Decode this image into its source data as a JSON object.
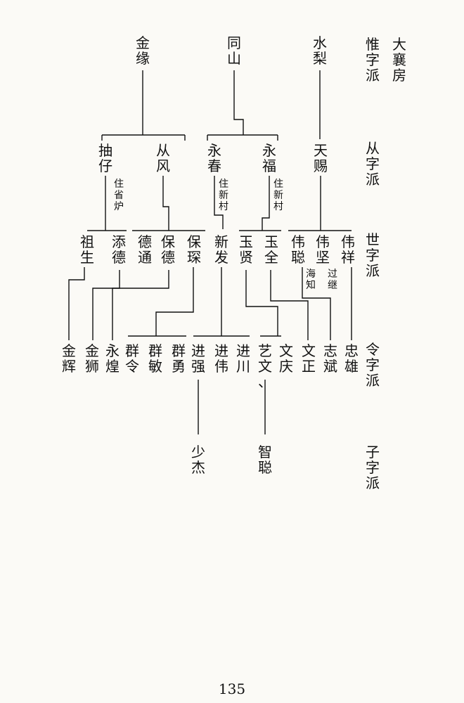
{
  "names": {
    "dadui": "大襄房",
    "weizipai": "惟字派",
    "congzipai": "从字派",
    "shizipai": "世字派",
    "lingzipai": "令字派",
    "zizipai": "子字派",
    "jinyuan": "金缘",
    "tongshan": "同山",
    "shuili": "水梨",
    "chouzai": "抽仔",
    "congfeng": "从风",
    "yongchun": "永春",
    "yongfu": "永福",
    "tianci": "天赐",
    "zhu_shengluk": "住省炉",
    "zhu_xincun_a": "住新村",
    "zhu_xincun_b": "住新村",
    "zusheng": "祖生",
    "tiande": "添德",
    "detong": "德通",
    "baode": "保德",
    "baoshen": "保琛",
    "xinfa": "新发",
    "yuxian": "玉贤",
    "yuquan": "玉全",
    "weicong": "伟聪",
    "weijian": "伟坚",
    "weixiang": "伟祥",
    "haizhi": "海知",
    "guoji": "过继",
    "jinhui": "金辉",
    "jinshi": "金狮",
    "yonghuang": "永煌",
    "qunling": "群令",
    "qunmin": "群敏",
    "qunyong": "群勇",
    "jinqiang": "进强",
    "jinwei": "进伟",
    "jinchuan": "进川",
    "yiwen": "艺文、",
    "wenqing": "文庆",
    "wenzheng": "文正",
    "zhibin": "志斌",
    "zhongxiong": "忠雄",
    "shaojie": "少杰",
    "zhicong": "智聪"
  },
  "page_number": "135"
}
